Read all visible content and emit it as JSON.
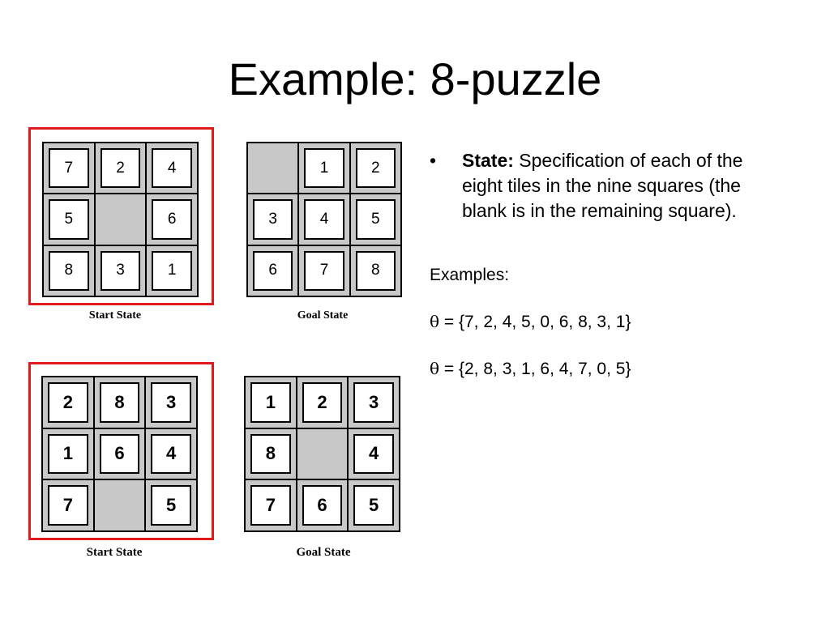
{
  "title": "Example: 8-puzzle",
  "puzzles": [
    {
      "cells": [
        "7",
        "2",
        "4",
        "5",
        "",
        "6",
        "8",
        "3",
        "1"
      ],
      "caption": "Start State",
      "highlighted": true
    },
    {
      "cells": [
        "",
        "1",
        "2",
        "3",
        "4",
        "5",
        "6",
        "7",
        "8"
      ],
      "caption": "Goal State",
      "highlighted": false
    },
    {
      "cells": [
        "2",
        "8",
        "3",
        "1",
        "6",
        "4",
        "7",
        "",
        "5"
      ],
      "caption": "Start State",
      "highlighted": true
    },
    {
      "cells": [
        "1",
        "2",
        "3",
        "8",
        "",
        "4",
        "7",
        "6",
        "5"
      ],
      "caption": "Goal State",
      "highlighted": false
    }
  ],
  "text": {
    "bullet_marker": "•",
    "bullet_term": "State:",
    "bullet_body": " Specification of each of the eight tiles in the nine squares (the blank is in the remaining square).",
    "examples_label": "Examples:",
    "example1_symbol": "θ",
    "example1_set": " = {7, 2, 4, 5, 0, 6, 8, 3, 1}",
    "example2_symbol": "θ",
    "example2_set": " = {2, 8, 3, 1, 6, 4, 7, 0, 5}"
  },
  "colors": {
    "highlight_frame": "#e01b1b",
    "blank_cell": "#c8c8c8"
  }
}
